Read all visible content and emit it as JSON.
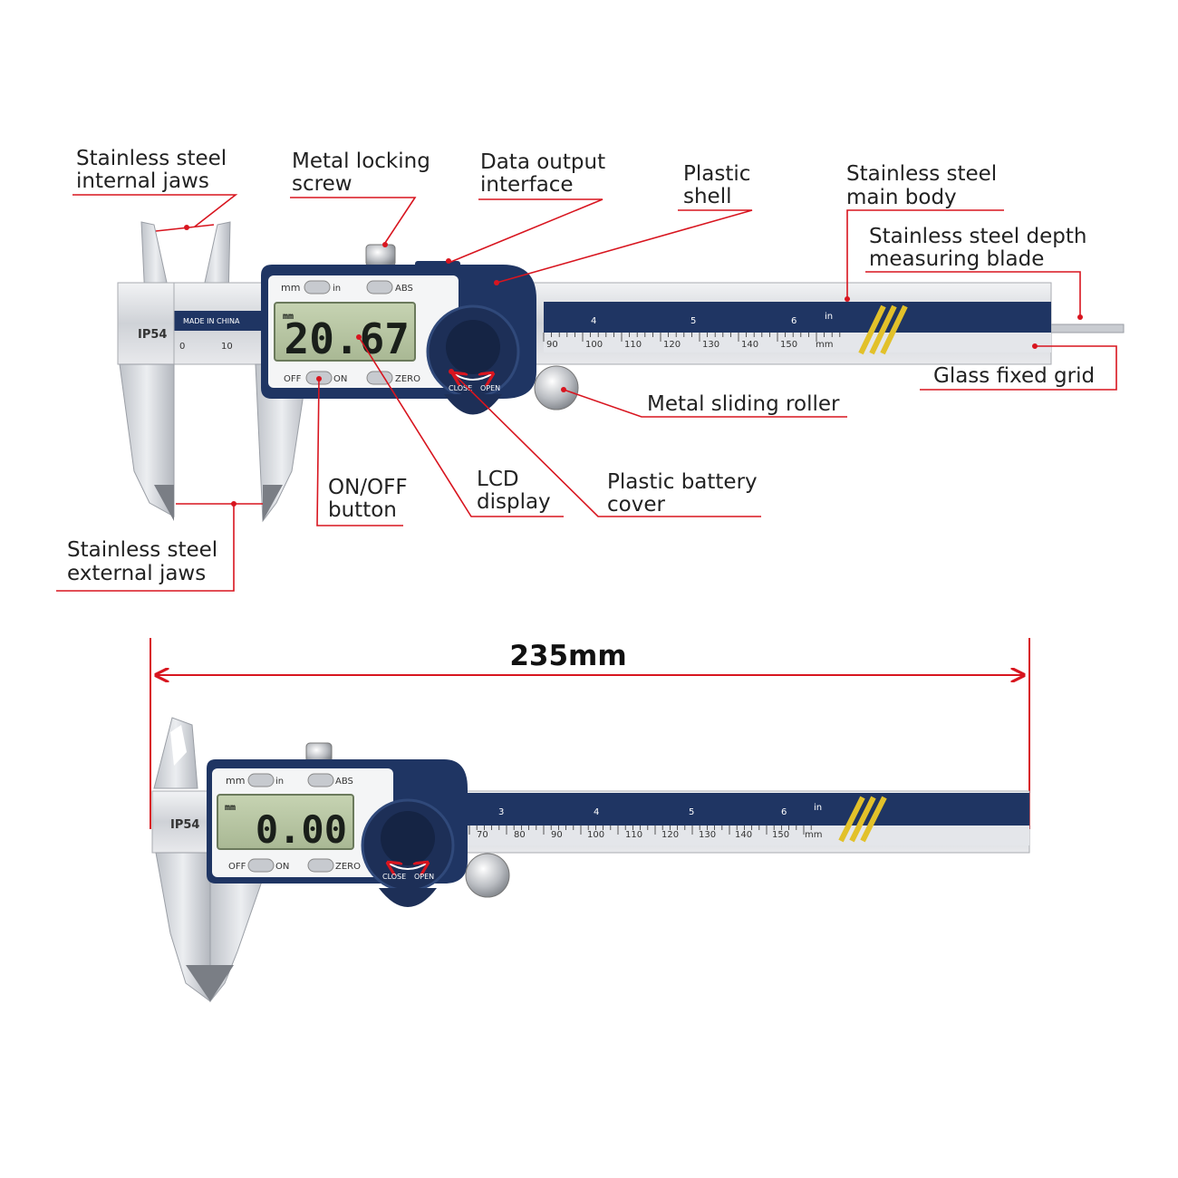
{
  "labels": {
    "internal_jaws": [
      "Stainless steel",
      "internal jaws"
    ],
    "locking_screw": [
      "Metal locking",
      "screw"
    ],
    "data_output": [
      "Data output",
      "interface"
    ],
    "plastic_shell": [
      "Plastic",
      "shell"
    ],
    "main_body": [
      "Stainless steel",
      "main body"
    ],
    "depth_blade": [
      "Stainless steel depth",
      "measuring blade"
    ],
    "glass_grid": [
      "Glass fixed grid"
    ],
    "sliding_roller": [
      "Metal sliding roller"
    ],
    "onoff_button": [
      "ON/OFF",
      "button"
    ],
    "lcd_display": [
      "LCD",
      "display"
    ],
    "battery_cover": [
      "Plastic battery",
      "cover"
    ],
    "external_jaws": [
      "Stainless steel",
      "external jaws"
    ]
  },
  "dimension": {
    "length": "235mm"
  },
  "caliper_top": {
    "reading": "20.67",
    "lcd_unit": "mm",
    "ip_rating": "IP54",
    "made_in": "MADE IN CHINA",
    "btn_mm": "mm",
    "btn_in": "in",
    "btn_abs": "ABS",
    "btn_off": "OFF",
    "btn_on": "ON",
    "btn_zero": "ZERO",
    "cover_close": "CLOSE",
    "cover_open": "OPEN",
    "scale_left": [
      "0",
      "10"
    ],
    "scale_mm": [
      "90",
      "100",
      "110",
      "120",
      "130",
      "140",
      "150"
    ],
    "scale_in": [
      "4",
      "5",
      "6"
    ],
    "unit_mm": "mm",
    "unit_in": "in"
  },
  "caliper_bottom": {
    "reading": "0.00",
    "lcd_unit": "mm",
    "ip_rating": "IP54",
    "btn_mm": "mm",
    "btn_in": "in",
    "btn_abs": "ABS",
    "btn_off": "OFF",
    "btn_on": "ON",
    "btn_zero": "ZERO",
    "cover_close": "CLOSE",
    "cover_open": "OPEN",
    "scale_mm": [
      "70",
      "80",
      "90",
      "100",
      "110",
      "120",
      "130",
      "140",
      "150"
    ],
    "scale_in": [
      "3",
      "4",
      "5",
      "6"
    ],
    "unit_mm": "mm",
    "unit_in": "in"
  },
  "colors": {
    "callout": "#d8151f",
    "body_blue": "#1f3563",
    "steel": "#d6d9de",
    "lcd": "#b8c7a3",
    "accent_yellow": "#e2c12a"
  }
}
